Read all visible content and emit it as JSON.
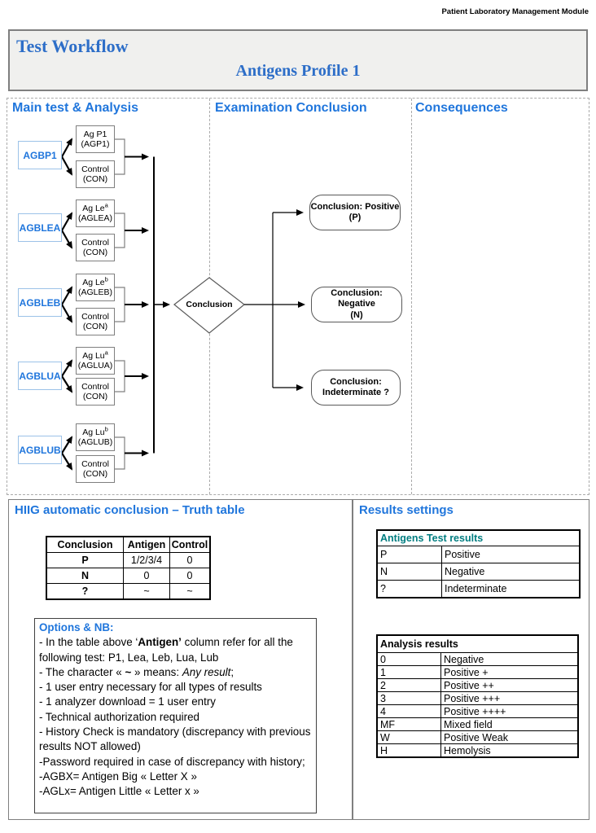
{
  "page": {
    "module_label": "Patient Laboratory Management Module",
    "title": "Test Workflow",
    "subtitle": "Antigens Profile 1"
  },
  "colors": {
    "heading_blue": "#2076dc",
    "title_blue": "#2d6ec8",
    "teal_header": "#007d80",
    "test_box_border": "#9cc2e8",
    "box_border_gray": "#7f7f7f"
  },
  "flow": {
    "columns": [
      {
        "label": "Main test & Analysis"
      },
      {
        "label": "Examination Conclusion"
      },
      {
        "label": "Consequences"
      }
    ],
    "groups": [
      {
        "test": "AGBP1",
        "ag": "Ag P1",
        "ag_code": "(AGP1)"
      },
      {
        "test": "AGBLEA",
        "ag": "Ag Le^a",
        "ag_code": "(AGLEA)"
      },
      {
        "test": "AGBLEB",
        "ag": "Ag Le^b",
        "ag_code": "(AGLEB)"
      },
      {
        "test": "AGBLUA",
        "ag": "Ag Lu^a",
        "ag_code": "(AGLUA)"
      },
      {
        "test": "AGBLUB",
        "ag": "Ag Lu^b",
        "ag_code": "(AGLUB)"
      }
    ],
    "control_label": "Control",
    "control_code": "(CON)",
    "decision": "Conclusion",
    "outcomes": [
      {
        "line1": "Conclusion: Positive",
        "line2": "(P)"
      },
      {
        "line1": "Conclusion: Negative",
        "line2": "(N)"
      },
      {
        "line1": "Conclusion:",
        "line2": "Indeterminate ?"
      }
    ]
  },
  "truth_section": {
    "heading": "HIIG automatic conclusion – Truth table",
    "table": {
      "headers": [
        "Conclusion",
        "Antigen",
        "Control"
      ],
      "rows": [
        [
          "P",
          "1/2/3/4",
          "0"
        ],
        [
          "N",
          "0",
          "0"
        ],
        [
          "?",
          "~",
          "~"
        ]
      ]
    },
    "options": {
      "heading": "Options & NB:",
      "lines": [
        [
          {
            "t": "- In the table above ‘"
          },
          {
            "t": "Antigen’",
            "b": true
          },
          {
            "t": " column refer for all the following test: P1, Lea, Leb, Lua, Lub"
          }
        ],
        [
          {
            "t": "- The character « "
          },
          {
            "t": "~",
            "b": true
          },
          {
            "t": " » means: "
          },
          {
            "t": "Any result",
            "i": true
          },
          {
            "t": ";"
          }
        ],
        [
          {
            "t": "- 1 user entry necessary for all types of results"
          }
        ],
        [
          {
            "t": "- 1 analyzer download = 1 user entry"
          }
        ],
        [
          {
            "t": "- Technical authorization required"
          }
        ],
        [
          {
            "t": "- History Check is mandatory (discrepancy with previous results NOT allowed)"
          }
        ],
        [
          {
            "t": "-Password required in case of discrepancy with history;"
          }
        ],
        [
          {
            "t": "-AGBX= Antigen Big « Letter X »"
          }
        ],
        [
          {
            "t": "-AGLx= Antigen Little « Letter x »"
          }
        ]
      ]
    }
  },
  "results_section": {
    "heading": "Results settings",
    "antigens_table": {
      "title": "Antigens Test results",
      "rows": [
        [
          "P",
          "Positive"
        ],
        [
          "N",
          "Negative"
        ],
        [
          "?",
          "Indeterminate"
        ]
      ]
    },
    "analysis_table": {
      "title": "Analysis results",
      "rows": [
        [
          "0",
          "Negative"
        ],
        [
          "1",
          "Positive +"
        ],
        [
          "2",
          "Positive ++"
        ],
        [
          "3",
          "Positive +++"
        ],
        [
          "4",
          "Positive ++++"
        ],
        [
          "MF",
          "Mixed field"
        ],
        [
          "W",
          "Positive Weak"
        ],
        [
          "H",
          "Hemolysis"
        ]
      ]
    }
  }
}
